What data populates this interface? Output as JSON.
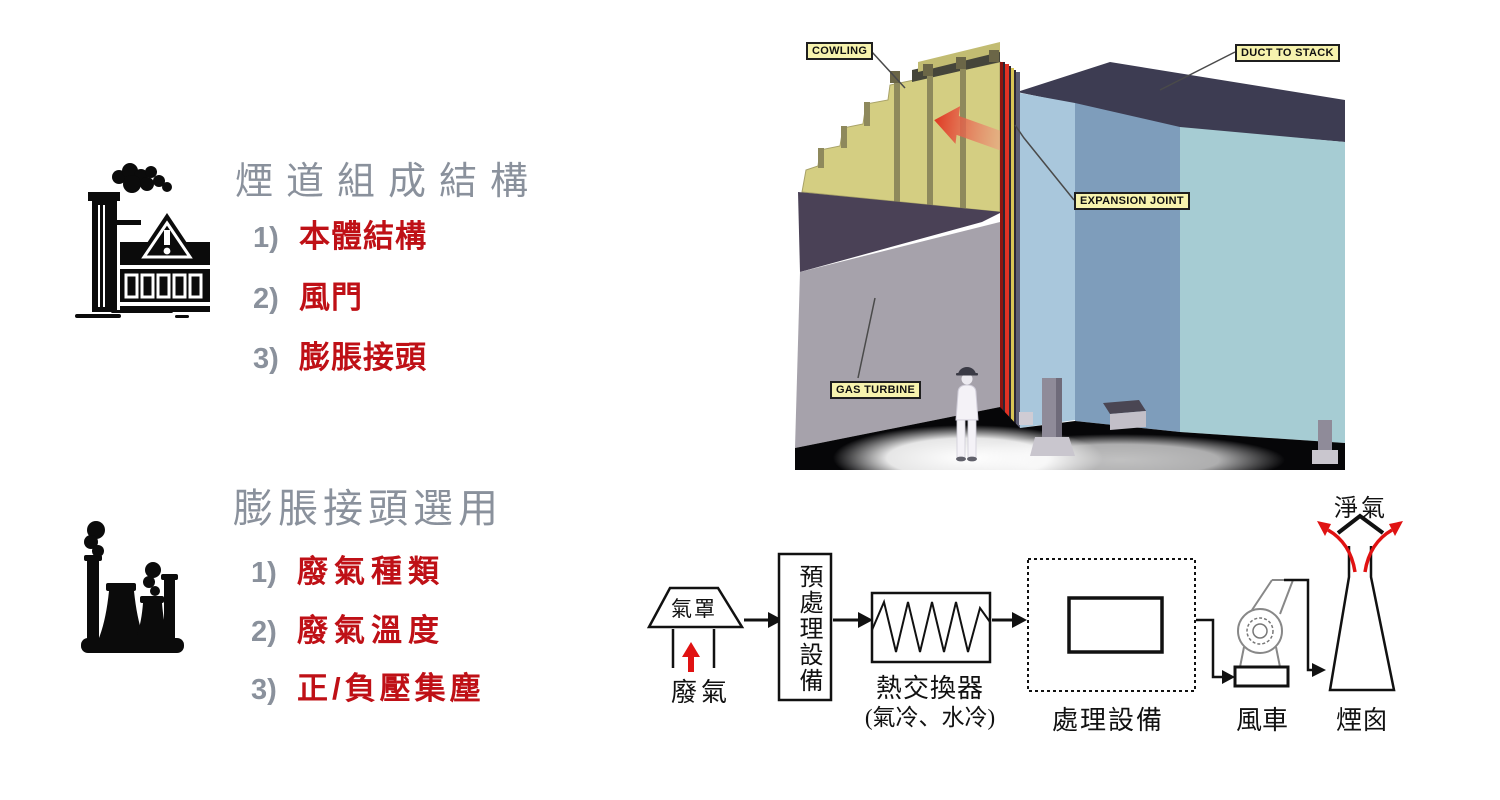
{
  "slide": {
    "background": "#ffffff"
  },
  "colors": {
    "heading_gray": "#8a919c",
    "item_red": "#bf1016",
    "cad_label_bg": "#f7f3ae",
    "cad_label_border": "#1f1f1f",
    "diagram_red": "#e01212",
    "cowling_olive": "#d4ce82",
    "duct_navy": "#3d3c52",
    "duct_pale_blue": "#a9c7dc",
    "duct_mid_blue": "#7e9dbb",
    "duct_teal": "#a6ccd3",
    "turbine_gray": "#a6a2ab",
    "turbine_top_purple": "#4a4156"
  },
  "sections": [
    {
      "heading": "煙道組成結構",
      "items": [
        {
          "num": "1)",
          "text": "本體結構"
        },
        {
          "num": "2)",
          "text": "風門"
        },
        {
          "num": "3)",
          "text": "膨脹接頭"
        }
      ]
    },
    {
      "heading": "膨脹接頭選用",
      "items": [
        {
          "num": "1)",
          "text": "廢氣種類"
        },
        {
          "num": "2)",
          "text": "廢氣溫度"
        },
        {
          "num": "3)",
          "text": "正/負壓集塵"
        }
      ]
    }
  ],
  "illustration": {
    "labels": {
      "cowling": "COWLING",
      "duct_to_stack": "DUCT TO STACK",
      "expansion_joint": "EXPANSION JOINT",
      "gas_turbine": "GAS TURBINE"
    }
  },
  "flow": {
    "hood": "氣罩",
    "waste_gas": "廢氣",
    "pretreatment": "預處理設備",
    "heat_exchanger": "熱交換器",
    "heat_exchanger_note": "(氣冷、水冷)",
    "treatment": "處理設備",
    "fan": "風車",
    "stack": "煙囪",
    "clean_gas": "淨氣"
  }
}
